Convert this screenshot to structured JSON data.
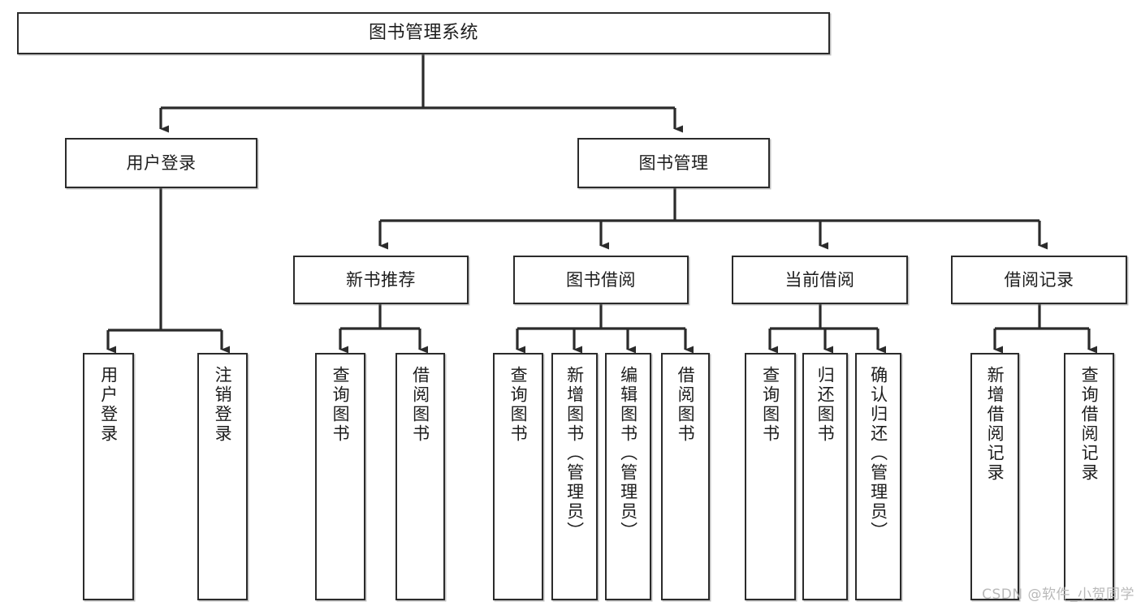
{
  "diagram": {
    "title": "图书管理系统",
    "type": "hierarchy-tree",
    "root": {
      "label": "图书管理系统"
    },
    "level2": [
      {
        "label": "用户登录"
      },
      {
        "label": "图书管理"
      }
    ],
    "level3": [
      {
        "label": "新书推荐"
      },
      {
        "label": "图书借阅"
      },
      {
        "label": "当前借阅"
      },
      {
        "label": "借阅记录"
      }
    ],
    "leaves": [
      {
        "label": "用户登录",
        "parent": "用户登录"
      },
      {
        "label": "注销登录",
        "parent": "用户登录"
      },
      {
        "label": "查询图书",
        "parent": "新书推荐"
      },
      {
        "label": "借阅图书",
        "parent": "新书推荐"
      },
      {
        "label": "查询图书",
        "parent": "图书借阅"
      },
      {
        "label": "新增图书（管理员）",
        "parent": "图书借阅"
      },
      {
        "label": "编辑图书（管理员）",
        "parent": "图书借阅"
      },
      {
        "label": "借阅图书",
        "parent": "图书借阅"
      },
      {
        "label": "查询图书",
        "parent": "当前借阅"
      },
      {
        "label": "归还图书",
        "parent": "当前借阅"
      },
      {
        "label": "确认归还（管理员）",
        "parent": "当前借阅"
      },
      {
        "label": "新增借阅记录",
        "parent": "借阅记录"
      },
      {
        "label": "查询借阅记录",
        "parent": "借阅记录"
      }
    ]
  },
  "watermark": {
    "text": "CSDN @软件_小贺同学"
  },
  "colors": {
    "box_border": "#2b2b2b",
    "box_fill": "#ffffff",
    "line": "#2b2b2b",
    "text": "#1d1d1d",
    "watermark": "#b9b9b9"
  }
}
